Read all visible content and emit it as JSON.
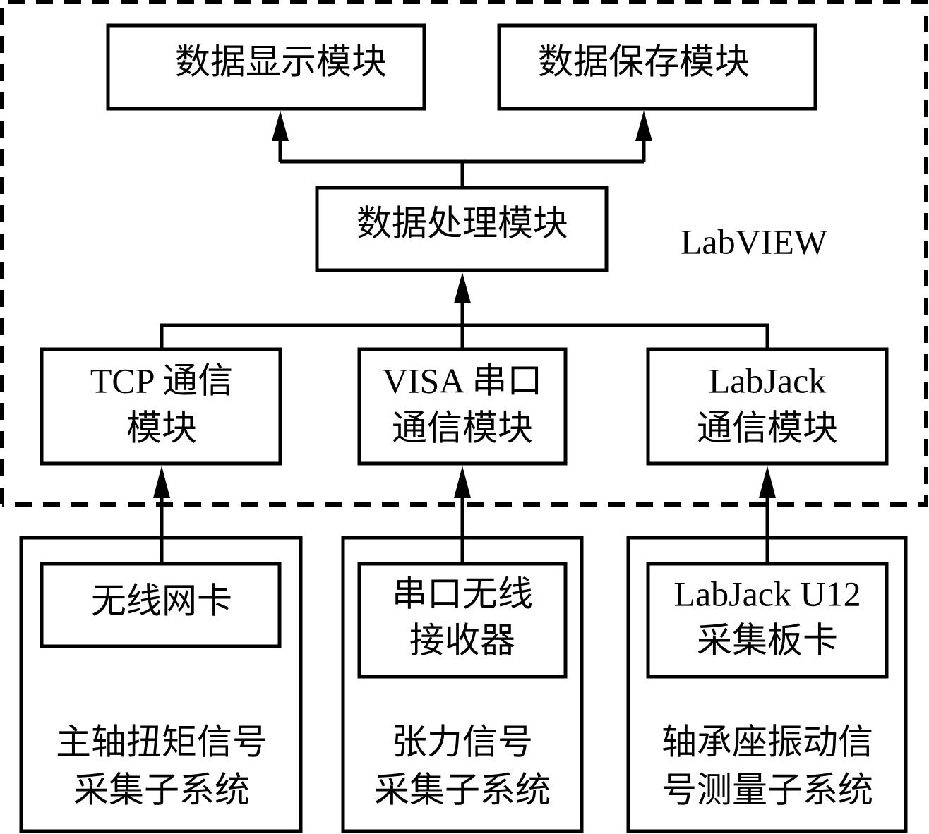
{
  "diagram": {
    "region_label": "LabVIEW",
    "software_modules": {
      "display": "数据显示模块",
      "save": "数据保存模块",
      "processing": "数据处理模块",
      "tcp": [
        "TCP 通信",
        "模块"
      ],
      "visa": [
        "VISA 串口",
        "通信模块"
      ],
      "labjack": [
        "LabJack",
        "通信模块"
      ]
    },
    "hardware_devices": {
      "wifi_card": "无线网卡",
      "serial_receiver": [
        "串口无线",
        "接收器"
      ],
      "labjack_board": [
        "LabJack U12",
        "采集板卡"
      ]
    },
    "subsystems": {
      "torque": [
        "主轴扭矩信号",
        "采集子系统"
      ],
      "tension": [
        "张力信号",
        "采集子系统"
      ],
      "vibration": [
        "轴承座振动信",
        "号测量子系统"
      ]
    },
    "connections": [
      {
        "from": "数据处理模块",
        "to": "数据显示模块"
      },
      {
        "from": "数据处理模块",
        "to": "数据保存模块"
      },
      {
        "from": "TCP 通信模块",
        "to": "数据处理模块"
      },
      {
        "from": "VISA 串口通信模块",
        "to": "数据处理模块"
      },
      {
        "from": "LabJack 通信模块",
        "to": "数据处理模块"
      },
      {
        "from": "无线网卡",
        "to": "TCP 通信模块"
      },
      {
        "from": "串口无线接收器",
        "to": "VISA 串口通信模块"
      },
      {
        "from": "LabJack U12采集板卡",
        "to": "LabJack 通信模块"
      }
    ]
  }
}
